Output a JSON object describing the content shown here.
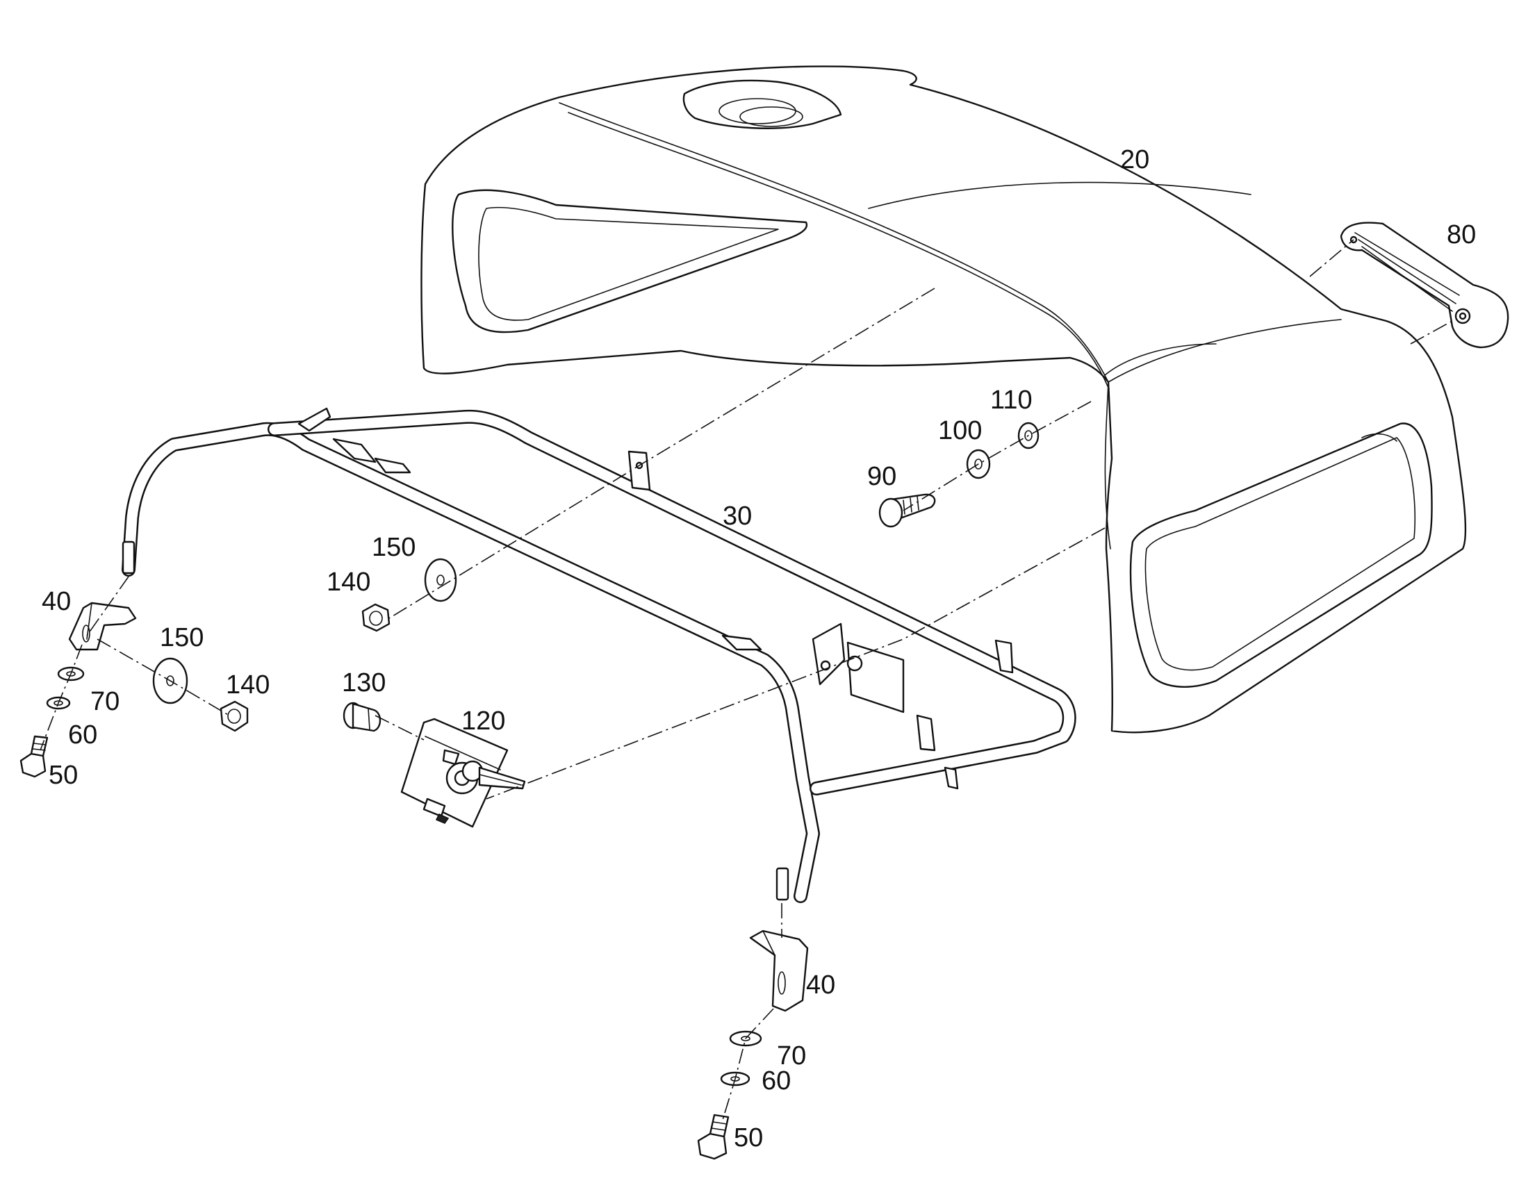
{
  "callouts": {
    "c20": "20",
    "c30": "30",
    "c40_left": "40",
    "c40_right": "40",
    "c50_left": "50",
    "c50_right": "50",
    "c60_left": "60",
    "c60_right": "60",
    "c70_left": "70",
    "c70_right": "70",
    "c80": "80",
    "c90": "90",
    "c100": "100",
    "c110": "110",
    "c120": "120",
    "c130": "130",
    "c140_upper": "140",
    "c140_lower": "140",
    "c150_upper": "150",
    "c150_lower": "150"
  }
}
